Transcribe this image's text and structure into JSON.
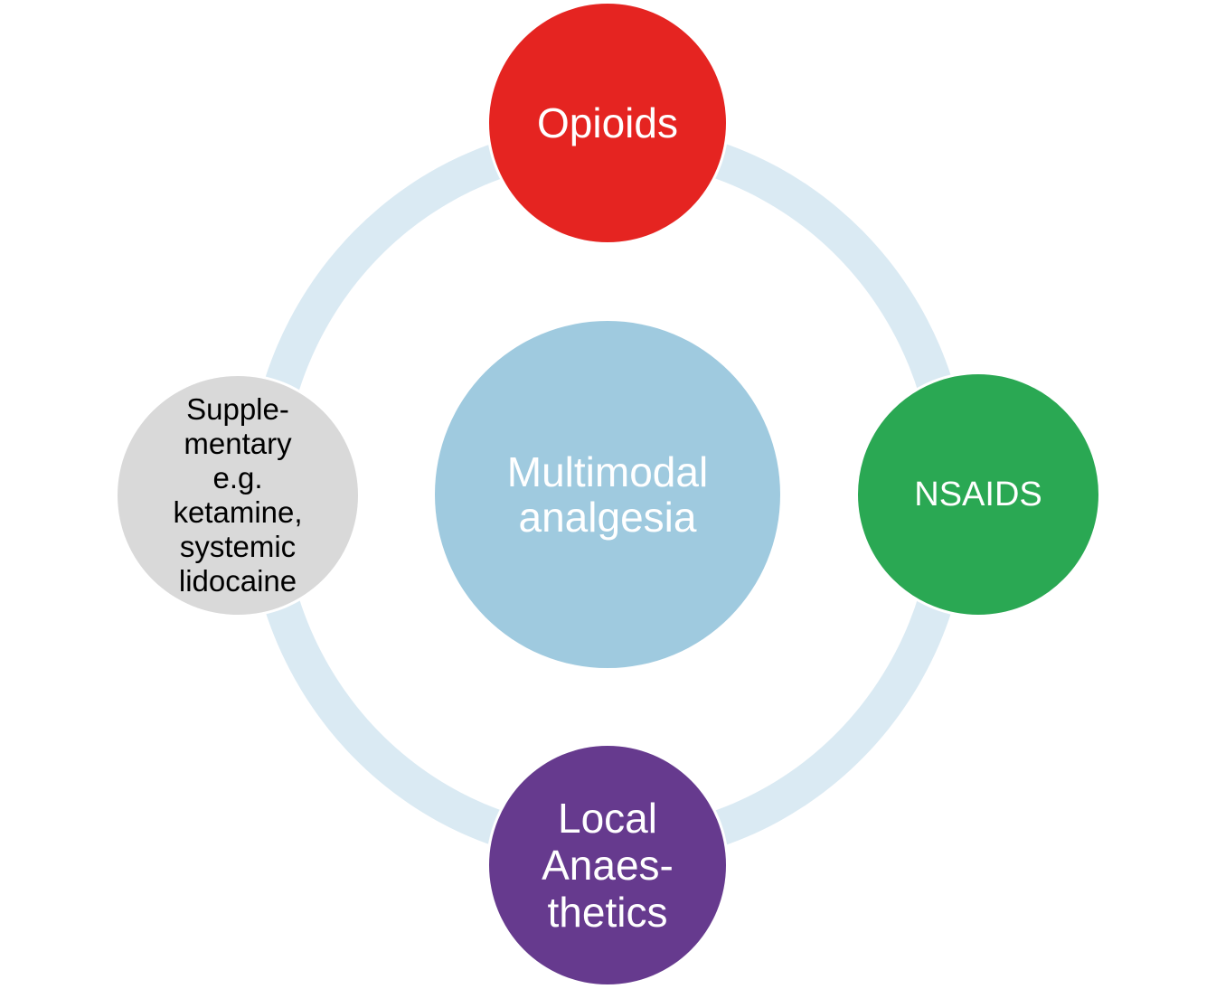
{
  "diagram": {
    "center": {
      "text": "Multimodal\nanalgesia",
      "color": "#9fcadf"
    },
    "nodes": {
      "top": {
        "text": "Opioids",
        "color": "#e52421"
      },
      "right": {
        "text": "NSAIDS",
        "color": "#2aa853"
      },
      "bottom": {
        "text": "Local\nAnaes-\nthetics",
        "color": "#663a8e"
      },
      "left": {
        "text": "Supple-\nmentary\ne.g.\nketamine,\nsystemic\nlidocaine",
        "color": "#d9d9d9"
      }
    },
    "ring_color": "#daeaf3"
  }
}
